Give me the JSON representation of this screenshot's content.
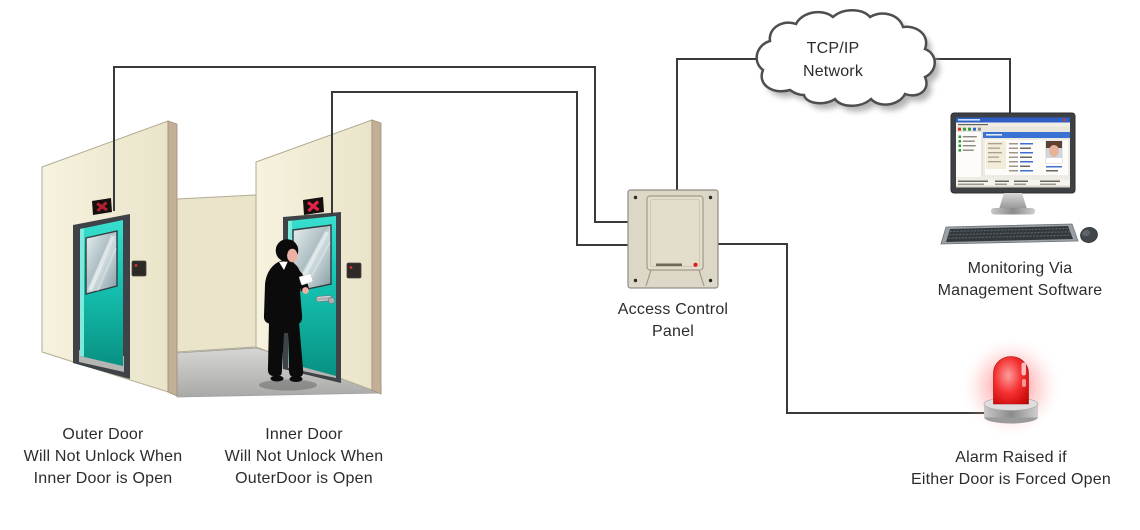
{
  "captions": {
    "outer_door": {
      "line1": "Outer Door",
      "line2": "Will Not Unlock When",
      "line3": "Inner Door is Open"
    },
    "inner_door": {
      "line1": "Inner Door",
      "line2": "Will Not Unlock When",
      "line3": "OuterDoor is Open"
    },
    "network_cloud": {
      "line1": "TCP/IP",
      "line2": "Network"
    },
    "access_panel": {
      "line1": "Access Control",
      "line2": "Panel"
    },
    "monitoring": {
      "line1": "Monitoring Via",
      "line2": "Management Software"
    },
    "alarm": {
      "line1": "Alarm Raised if",
      "line2": "Either Door is Forced Open"
    }
  },
  "colors": {
    "background": "#ffffff",
    "connection_line": "#3a3a3a",
    "wall_cream": "#f2eed9",
    "wall_edge_tan": "#c3ae96",
    "door_teal": "#17c9b8",
    "door_frame": "#3e4347",
    "floor_gray": "#b9b9b7",
    "x_sign_red": "#d9253d",
    "alarm_red": "#e02020",
    "panel_body": "#ddd7c7",
    "monitor_bezel": "#3d4144",
    "software_titlebar_blue": "#2e5fc6",
    "caption_text": "#2c2c2c"
  }
}
